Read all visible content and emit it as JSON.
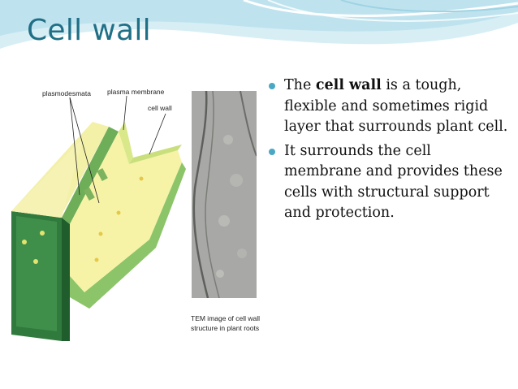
{
  "slide": {
    "title": "Cell wall",
    "accent_color": "#1f6f86",
    "bullet_color": "#4aa8c4"
  },
  "figure": {
    "labels": {
      "plasmodesmata": "plasmodesmata",
      "plasma_membrane": "plasma membrane",
      "cell_wall": "cell wall"
    },
    "tem_caption_line1": "TEM image of cell wall",
    "tem_caption_line2": "structure in plant roots"
  },
  "bullets": [
    {
      "pre": "The ",
      "bold": "cell wall",
      "post": " is a tough, flexible and sometimes rigid layer that surrounds plant cell."
    },
    {
      "text": "It surrounds the cell membrane and provides these cells with structural support and protection."
    }
  ]
}
